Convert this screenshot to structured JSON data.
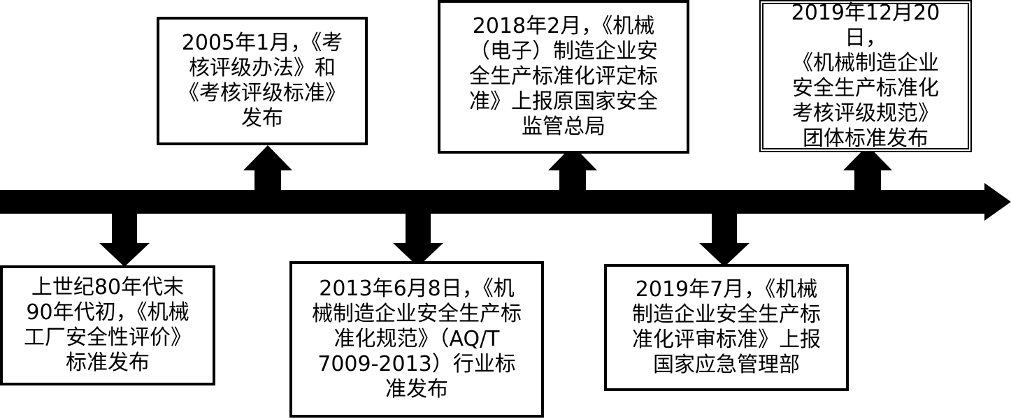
{
  "events": [
    {
      "id": "1980s",
      "text": "上世纪80年代末\n90年代初，《机械\n工厂安全性评价》\n标准发布"
    },
    {
      "id": "2005",
      "text": "2005年1月，《考\n核评级办法》和\n《考核评级标准》\n发布"
    },
    {
      "id": "2013",
      "text": "2013年6月8日，《机\n械制造企业安全生产标\n准化规范》（AQ/T\n7009-2013）行业标\n准发布"
    },
    {
      "id": "2018",
      "text": "2018年2月，《机械\n（电子）制造企业安\n全生产标准化评定标\n准》上报原国家安全\n监管总局"
    },
    {
      "id": "2019-07",
      "text": "2019年7月，《机械\n制造企业安全生产标\n准化评审标准》上报\n国家应急管理部"
    },
    {
      "id": "2019-12",
      "text": "2019年12月20日，\n《机械制造企业\n安全生产标准化\n考核评级规范》\n团体标准发布"
    }
  ],
  "colors": {
    "line": "#000000",
    "box_border": "#000000",
    "background": "#ffffff"
  }
}
